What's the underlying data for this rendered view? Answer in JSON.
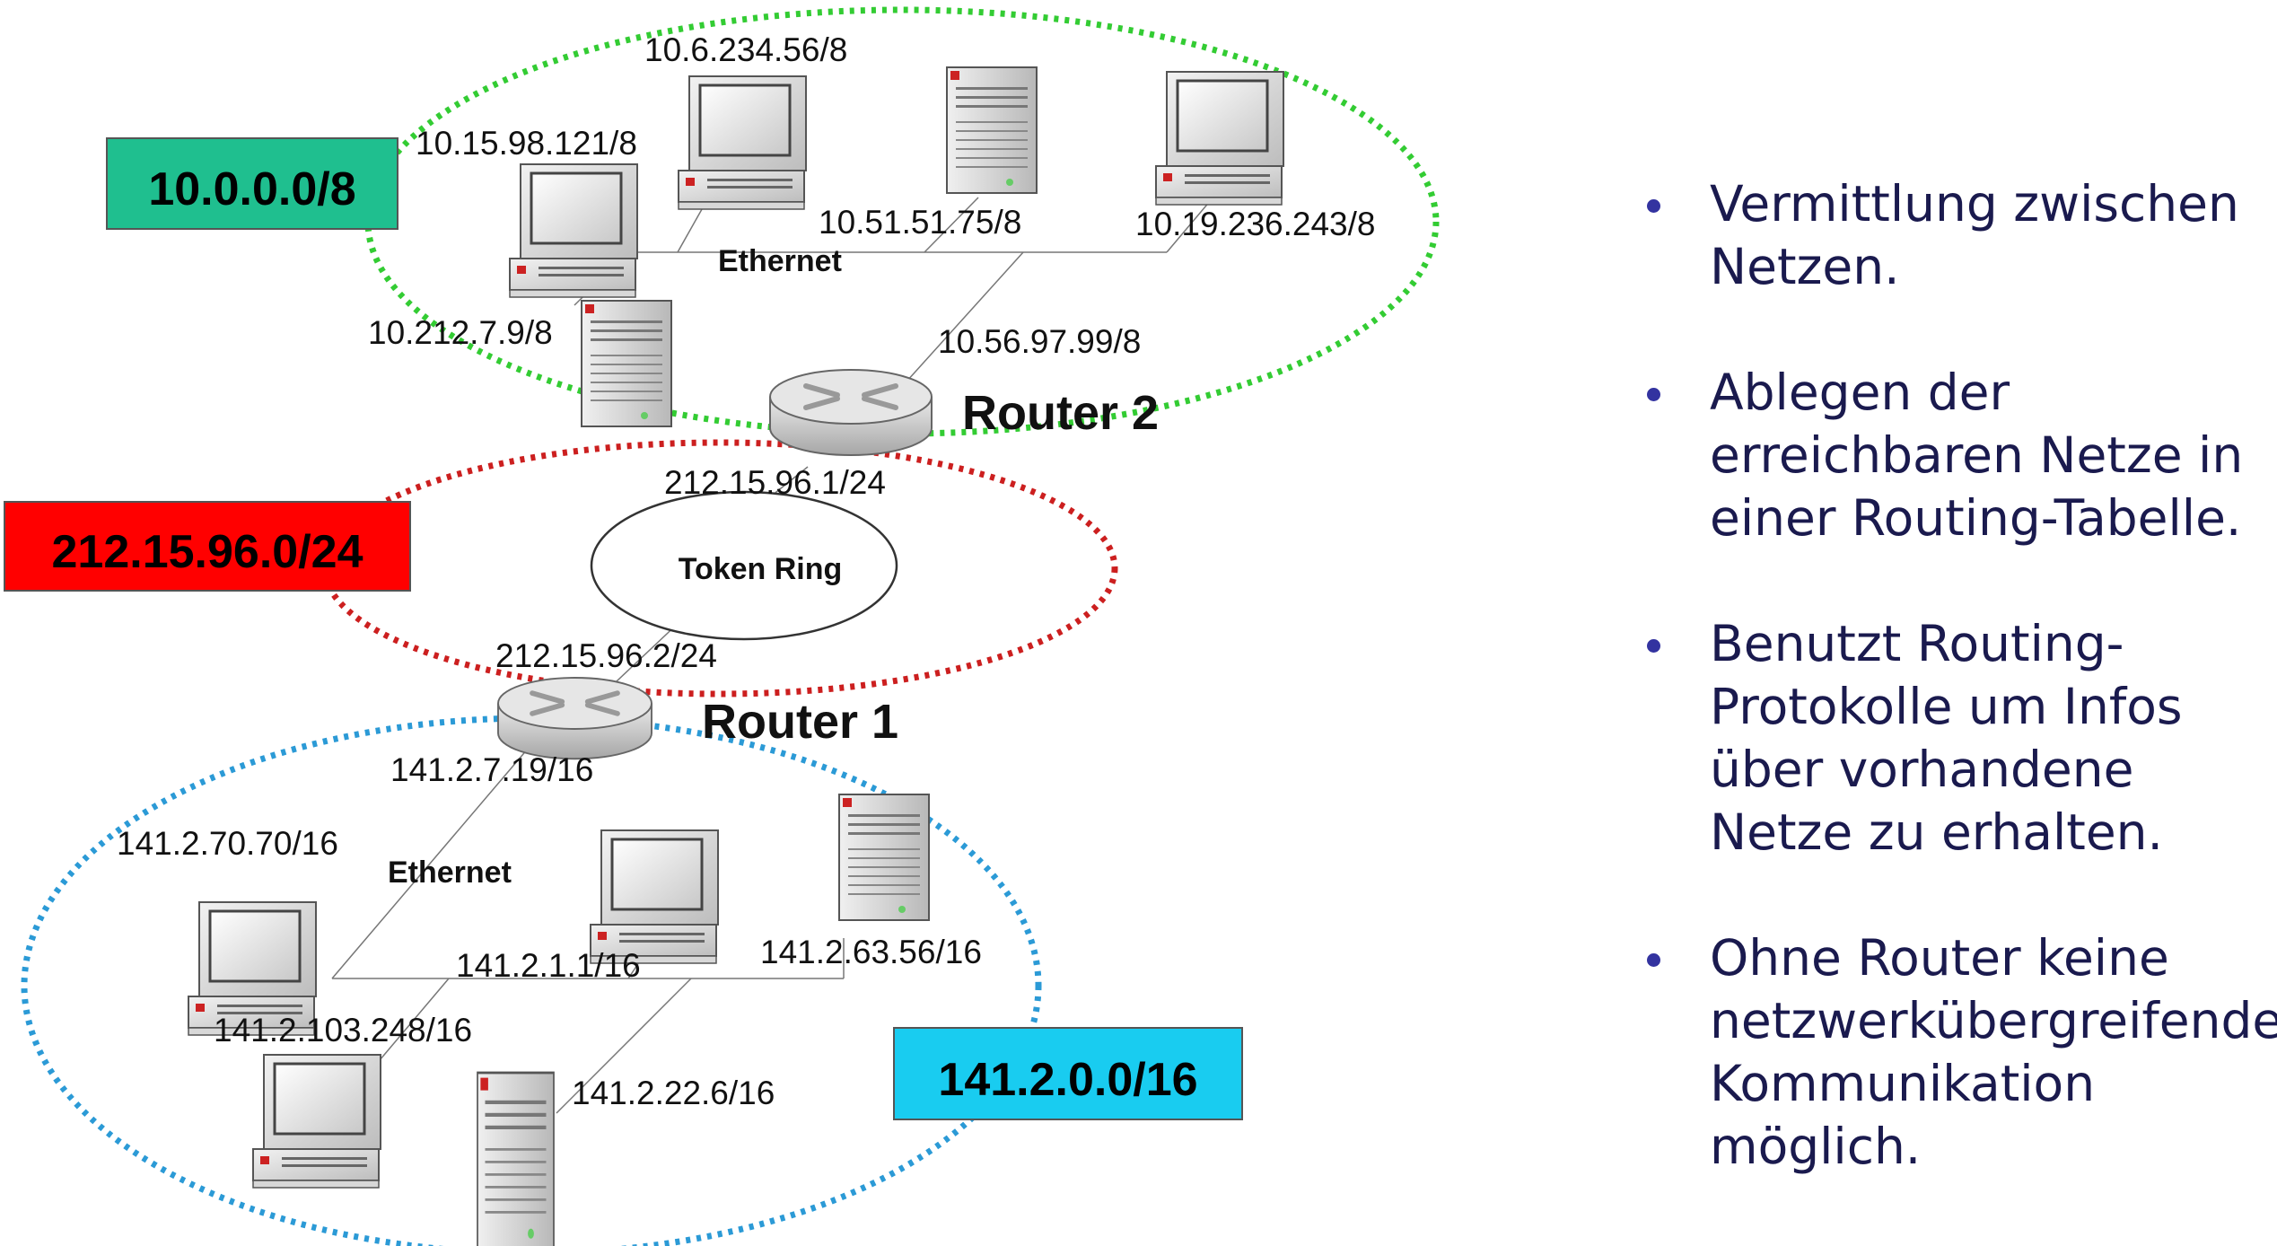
{
  "networks": {
    "net_10": {
      "label": "10.0.0.0/8",
      "color": "#1fbf8f"
    },
    "net_212": {
      "label": "212.15.96.0/24",
      "color": "#ff0000"
    },
    "net_141": {
      "label": "141.2.0.0/16",
      "color": "#19ccf0"
    }
  },
  "segments": {
    "ethernet_top": "Ethernet",
    "token_ring": "Token Ring",
    "ethernet_bottom": "Ethernet"
  },
  "routers": {
    "router2": "Router 2",
    "router1": "Router 1"
  },
  "addresses": {
    "pc_10_6": "10.6.234.56/8",
    "pc_10_15": "10.15.98.121/8",
    "srv_10_51": "10.51.51.75/8",
    "pc_10_19": "10.19.236.243/8",
    "srv_10_212": "10.212.7.9/8",
    "r2_10_56": "10.56.97.99/8",
    "r2_212_1": "212.15.96.1/24",
    "r1_212_2": "212.15.96.2/24",
    "r1_141_7": "141.2.7.19/16",
    "pc_141_70": "141.2.70.70/16",
    "pc_141_1": "141.2.1.1/16",
    "srv_141_63": "141.2.63.56/16",
    "pc_141_103": "141.2.103.248/16",
    "srv_141_22": "141.2.22.6/16"
  },
  "colors": {
    "ellipse_top": "#33cc33",
    "ellipse_mid": "#cc1f1f",
    "ellipse_bottom": "#2b9ad6",
    "text": "#1a1a4e",
    "bullet": "#3333a0"
  },
  "bullets": [
    "Vermittlung zwischen Netzen.",
    "Ablegen der erreichbaren Netze in einer Routing-Tabelle.",
    "Benutzt Routing-Protokolle um Infos über vorhandene Netze zu erhalten.",
    "Ohne Router keine netzwerkübergreifende Kommunikation möglich."
  ]
}
